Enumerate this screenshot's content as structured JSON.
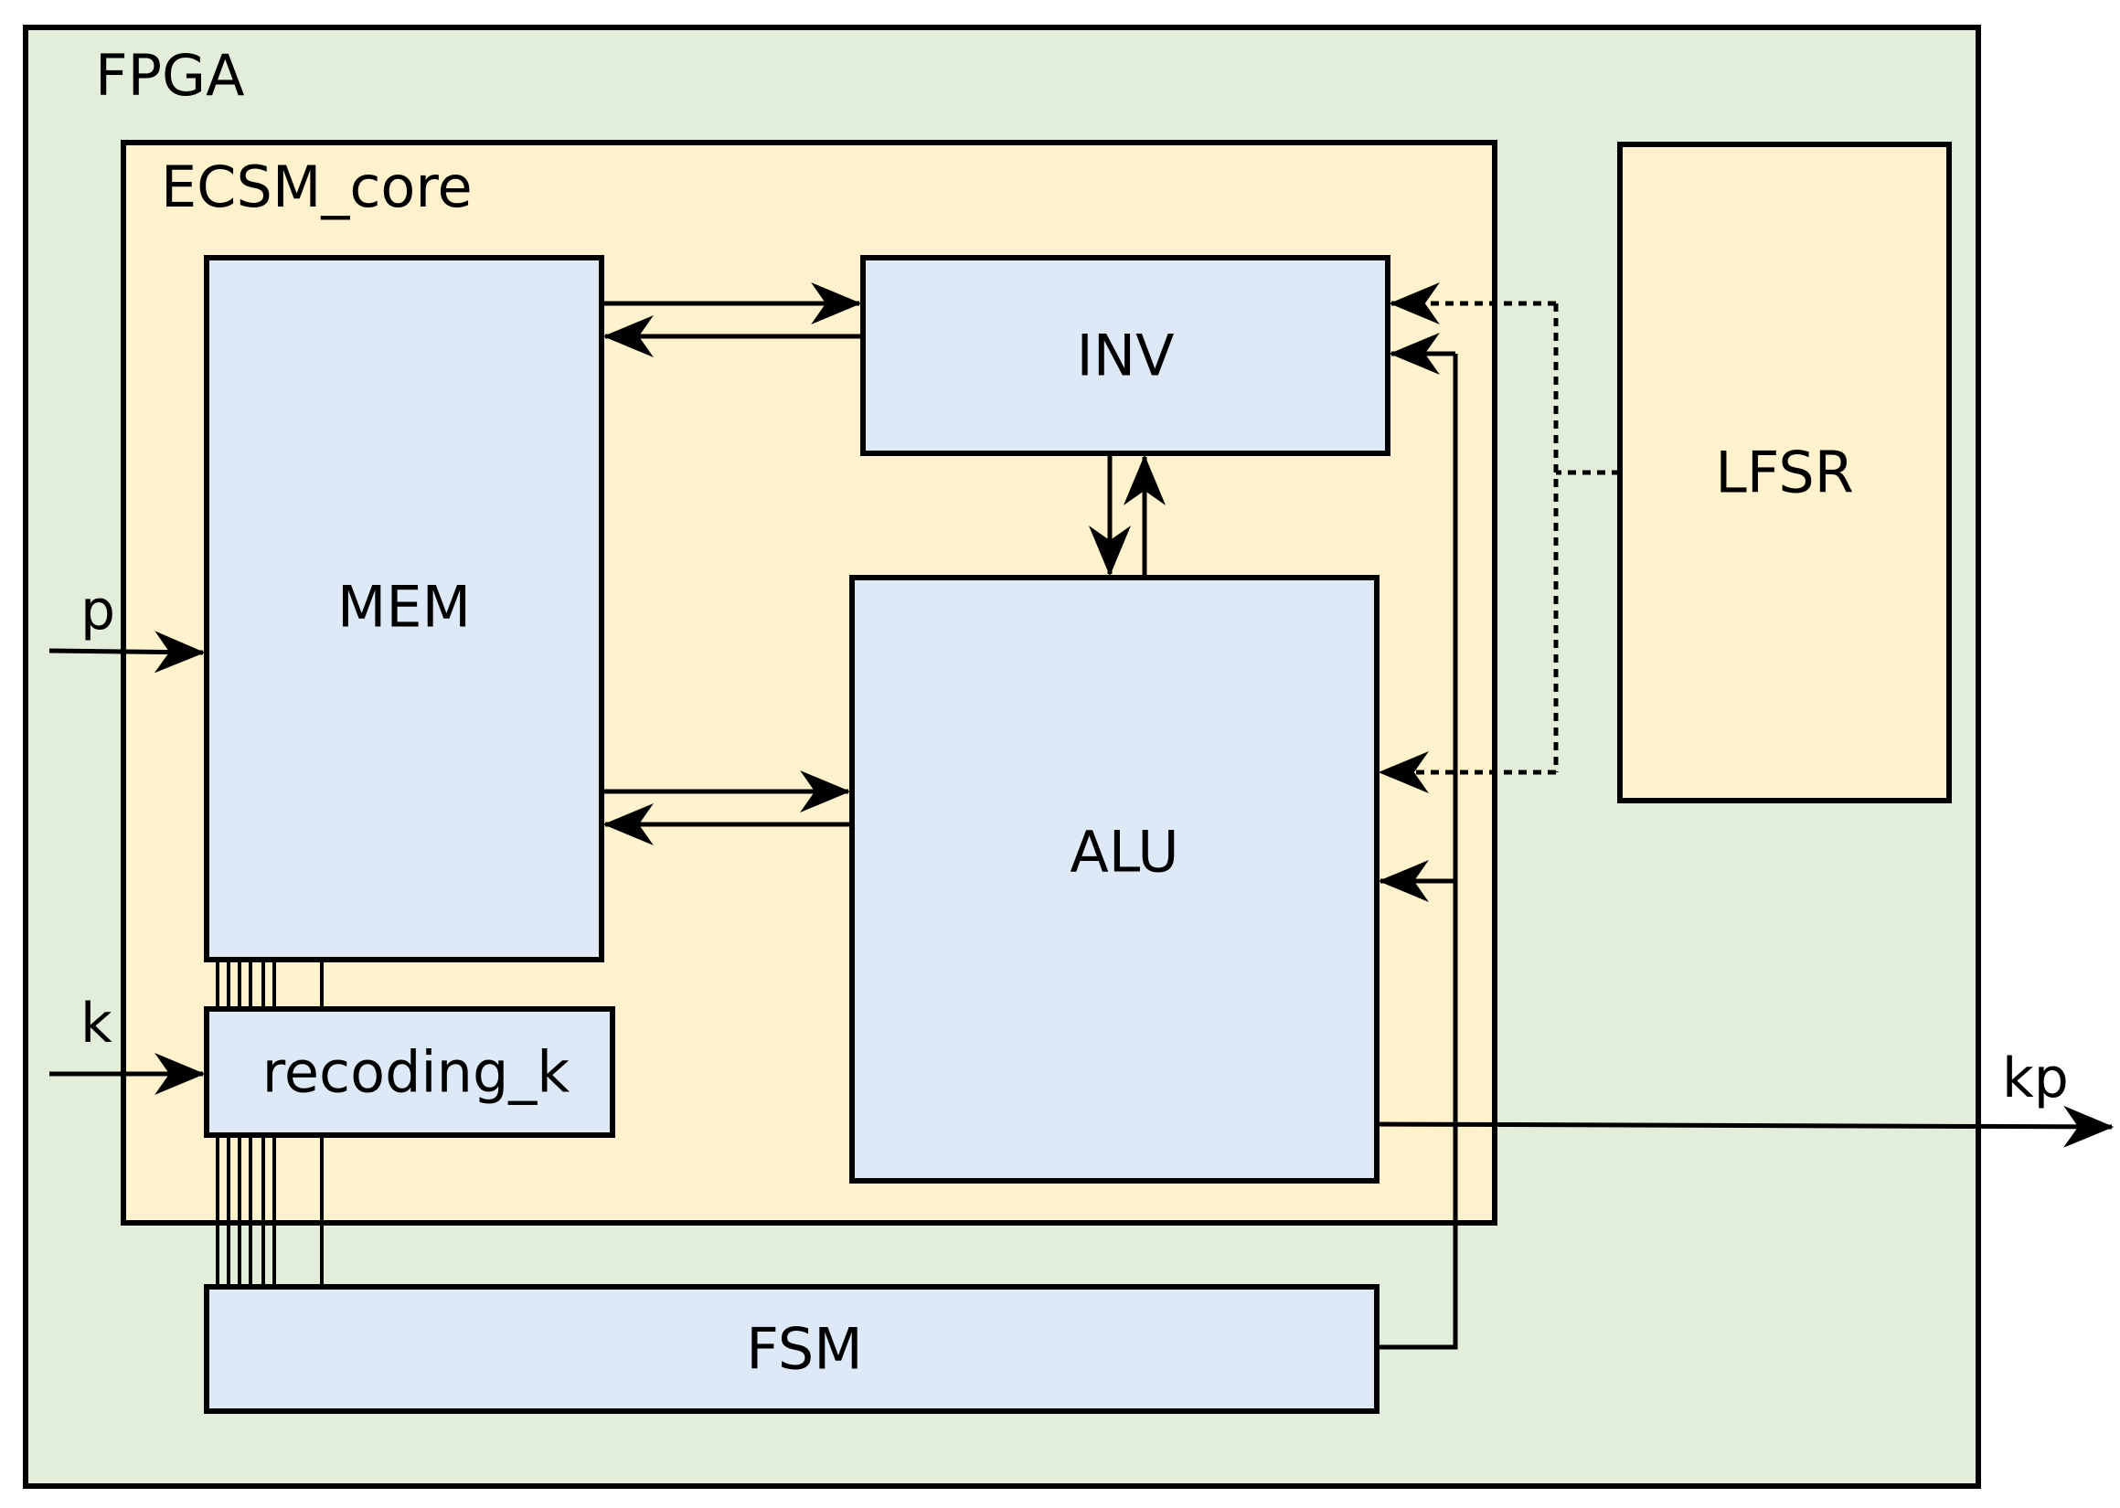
{
  "containers": {
    "fpga": {
      "label": "FPGA"
    },
    "ecsm_core": {
      "label": "ECSM_core"
    }
  },
  "blocks": {
    "mem": {
      "label": "MEM"
    },
    "inv": {
      "label": "INV"
    },
    "alu": {
      "label": "ALU"
    },
    "lfsr": {
      "label": "LFSR"
    },
    "recoding_k": {
      "label": "recoding_k"
    },
    "fsm": {
      "label": "FSM"
    }
  },
  "ports": {
    "p": {
      "label": "p"
    },
    "k": {
      "label": "k"
    },
    "kp": {
      "label": "kp"
    }
  },
  "colors": {
    "fpga_fill": "#e2eed9",
    "core_fill": "#fff2cc",
    "block_fill": "#dde9f6",
    "lfsr_fill": "#fff2cc",
    "stroke": "#000000"
  }
}
